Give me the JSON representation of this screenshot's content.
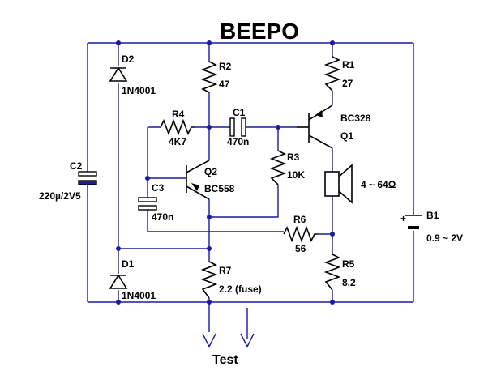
{
  "title": "BEEPO",
  "test_label": "Test",
  "components": {
    "d2": {
      "ref": "D2",
      "value": "1N4001"
    },
    "d1": {
      "ref": "D1",
      "value": "1N4001"
    },
    "c2": {
      "ref": "C2",
      "value": "220µ/2V5"
    },
    "r2": {
      "ref": "R2",
      "value": "47"
    },
    "r4": {
      "ref": "R4",
      "value": "4K7"
    },
    "c1": {
      "ref": "C1",
      "value": "470n"
    },
    "r3": {
      "ref": "R3",
      "value": "10K"
    },
    "q2": {
      "ref": "Q2",
      "value": "BC558"
    },
    "c3": {
      "ref": "C3",
      "value": "470n"
    },
    "r6": {
      "ref": "R6",
      "value": "56"
    },
    "r7": {
      "ref": "R7",
      "value": "2.2 (fuse)"
    },
    "r1": {
      "ref": "R1",
      "value": "27"
    },
    "q1": {
      "ref": "Q1",
      "value": "BC328"
    },
    "spk": {
      "value": "4 ~ 64Ω"
    },
    "r5": {
      "ref": "R5",
      "value": "8.2"
    },
    "b1": {
      "ref": "B1",
      "value": "0.9 ~ 2V"
    }
  },
  "colors": {
    "wire": "#1a1aa6",
    "component": "#000000",
    "background": "#ffffff"
  }
}
